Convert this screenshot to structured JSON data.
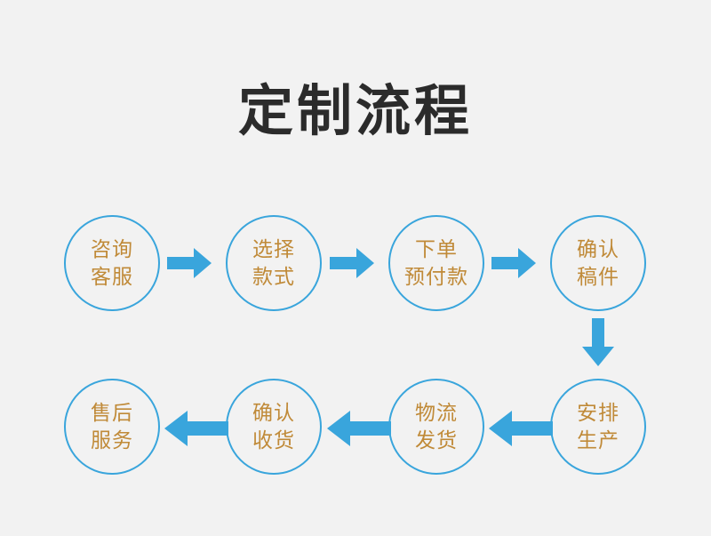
{
  "page": {
    "background_color": "#f2f2f2",
    "title": "定制流程"
  },
  "theme": {
    "node_border_color": "#39a5dc",
    "node_text_color": "#c08a38",
    "arrow_color": "#39a5dc",
    "title_color": "#2b2b2b"
  },
  "flow": {
    "nodes": [
      {
        "id": "n1",
        "lines": [
          "咨询",
          "客服"
        ]
      },
      {
        "id": "n2",
        "lines": [
          "选择",
          "款式"
        ]
      },
      {
        "id": "n3",
        "lines": [
          "下单",
          "预付款"
        ]
      },
      {
        "id": "n4",
        "lines": [
          "确认",
          "稿件"
        ]
      },
      {
        "id": "n5",
        "lines": [
          "安排",
          "生产"
        ]
      },
      {
        "id": "n6",
        "lines": [
          "物流",
          "发货"
        ]
      },
      {
        "id": "n7",
        "lines": [
          "确认",
          "收货"
        ]
      },
      {
        "id": "n8",
        "lines": [
          "售后",
          "服务"
        ]
      }
    ],
    "connectors": [
      {
        "id": "a1",
        "direction": "right",
        "from": "n1",
        "to": "n2"
      },
      {
        "id": "a2",
        "direction": "right",
        "from": "n2",
        "to": "n3"
      },
      {
        "id": "a3",
        "direction": "right",
        "from": "n3",
        "to": "n4"
      },
      {
        "id": "a4",
        "direction": "down",
        "from": "n4",
        "to": "n5"
      },
      {
        "id": "a5",
        "direction": "left",
        "from": "n5",
        "to": "n6"
      },
      {
        "id": "a6",
        "direction": "left",
        "from": "n6",
        "to": "n7"
      },
      {
        "id": "a7",
        "direction": "left",
        "from": "n7",
        "to": "n8"
      }
    ]
  }
}
